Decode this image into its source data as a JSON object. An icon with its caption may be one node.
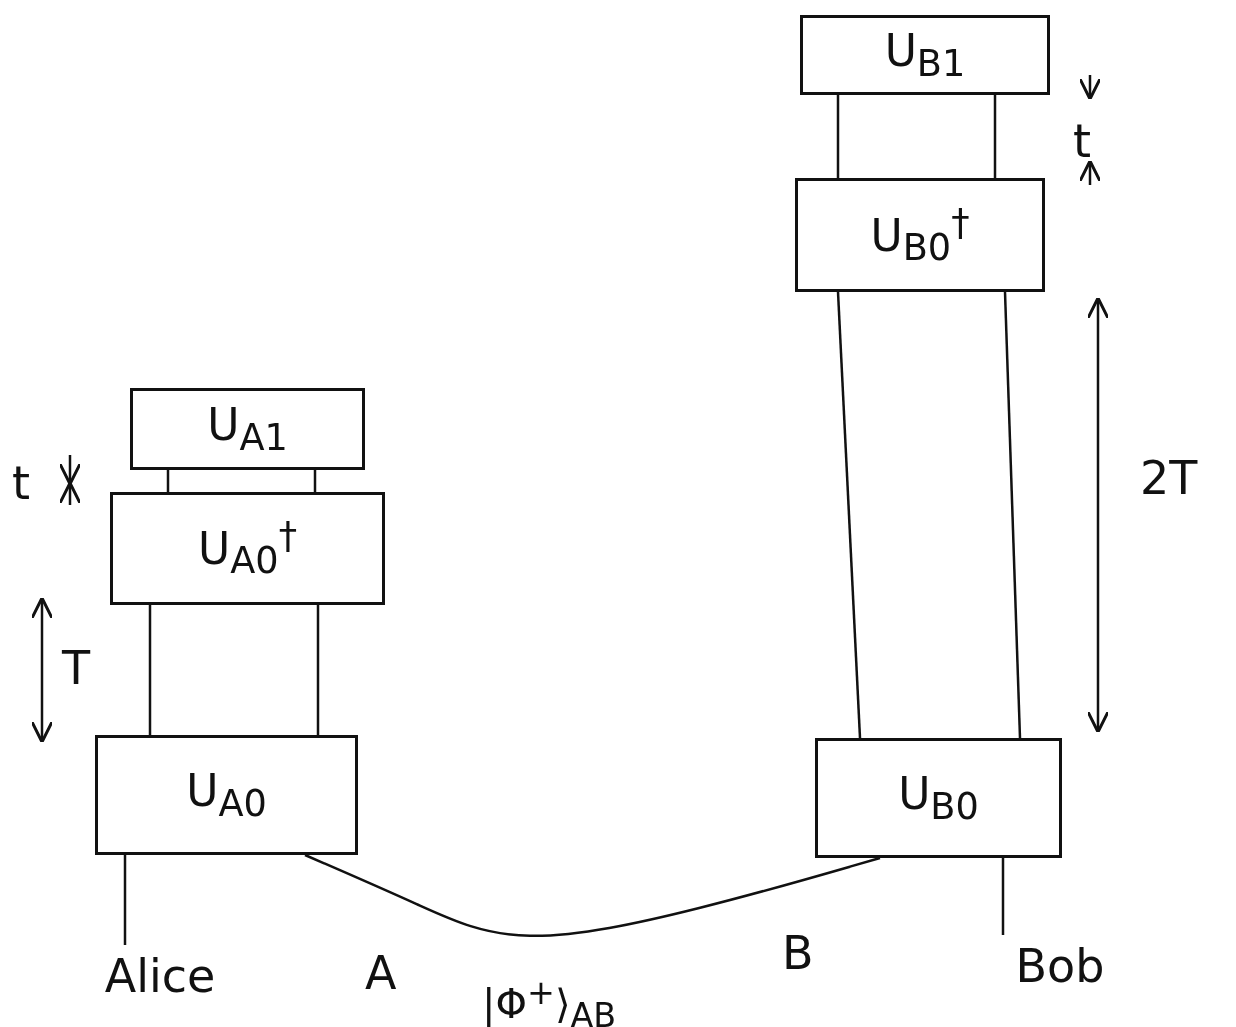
{
  "diagram": {
    "nodes": [
      {
        "text": [
          "U$_{B1}$"
        ]
      },
      {
        "text": [
          "U$_{B0}$$^{†}$"
        ]
      },
      {
        "text": [
          "U$_{A1}$"
        ]
      },
      {
        "text": [
          "U$_{A0}$$^{†}$"
        ]
      },
      {
        "text": [
          "U$_{A0}$"
        ]
      },
      {
        "text": [
          "U$_{B0}$"
        ]
      },
      {
        "text": [
          "Alice"
        ]
      },
      {
        "text": [
          "Bob"
        ]
      }
    ],
    "edges": [
      {
        "from": 4,
        "to": 3,
        "arrow": "none"
      },
      {
        "from": 4,
        "to": 3,
        "arrow": "none"
      },
      {
        "from": 3,
        "to": 2,
        "arrow": "none"
      },
      {
        "from": 3,
        "to": 2,
        "arrow": "none"
      },
      {
        "from": 5,
        "to": 1,
        "arrow": "none"
      },
      {
        "from": 5,
        "to": 1,
        "arrow": "none"
      },
      {
        "from": 1,
        "to": 0,
        "arrow": "none"
      },
      {
        "from": 1,
        "to": 0,
        "arrow": "none"
      },
      {
        "from": 6,
        "to": 4,
        "arrow": "none"
      },
      {
        "from": 7,
        "to": 5,
        "arrow": "none"
      },
      {
        "from": 4,
        "to": 5,
        "arrow": "none",
        "label": "|Φ$^{+}$⟩$_{AB}$"
      }
    ],
    "labels": [
      "t",
      "2T",
      "t",
      "T",
      "A",
      "B"
    ]
  }
}
